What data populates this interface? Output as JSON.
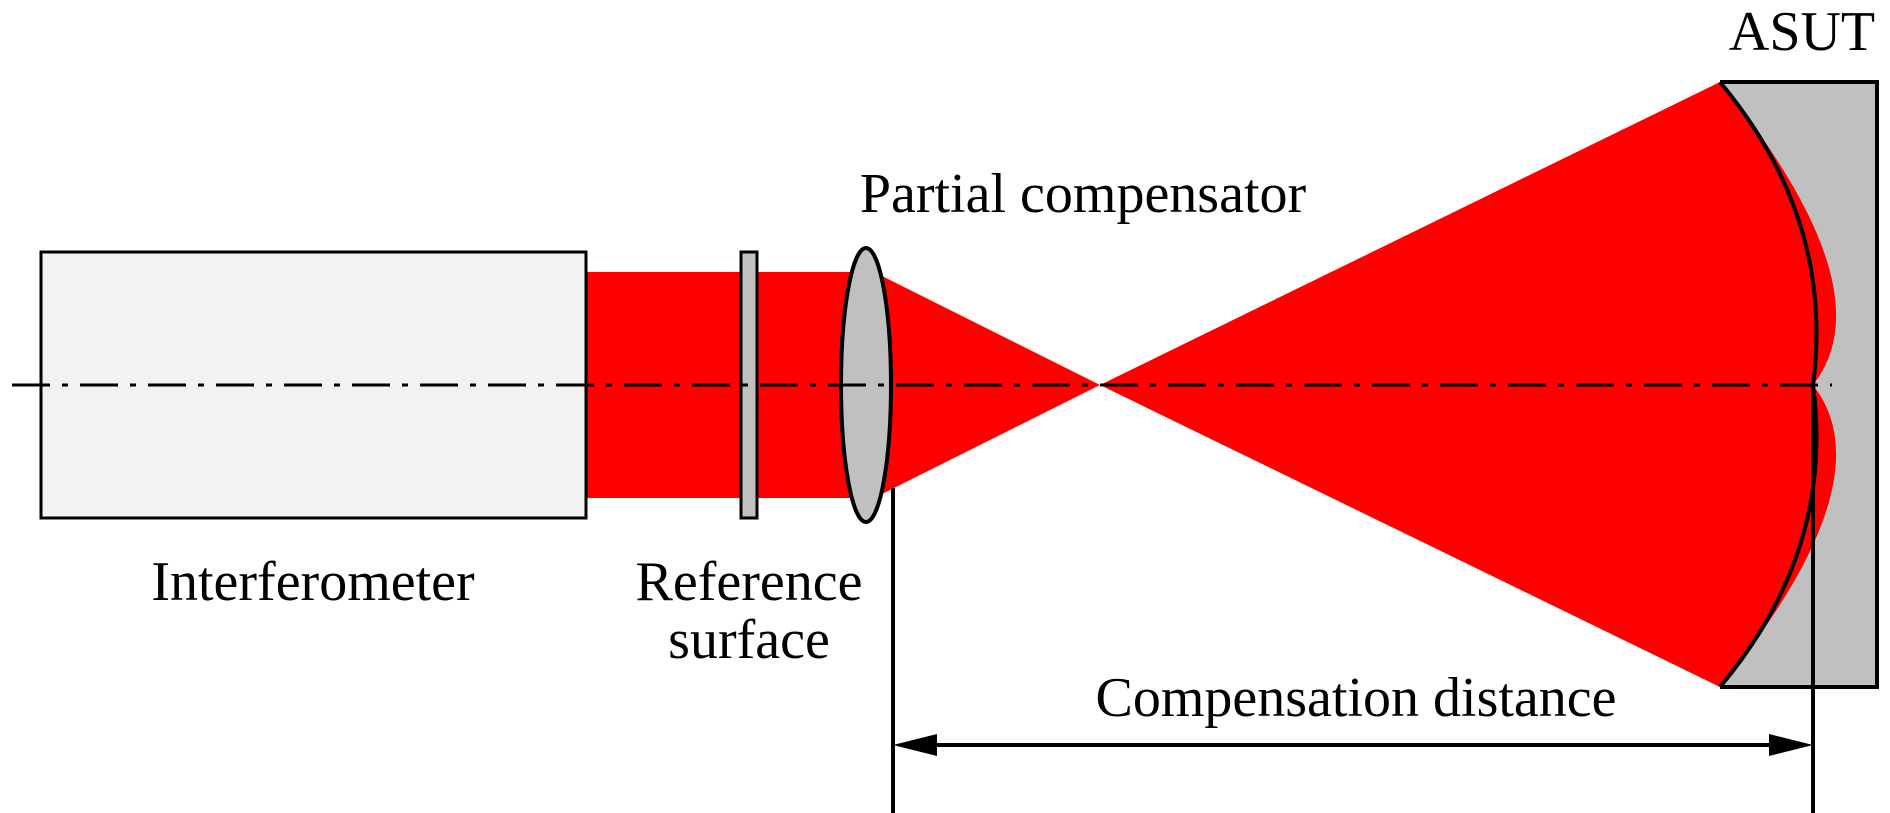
{
  "labels": {
    "interferometer": "Interferometer",
    "reference_surface_line1": "Reference",
    "reference_surface_line2": "surface",
    "partial_compensator": "Partial compensator",
    "asut": "ASUT",
    "compensation_distance": "Compensation distance"
  },
  "colors": {
    "beam": "#ff0000",
    "interferometer_fill": "#f2f2f2",
    "optic_fill": "#c0c0c0",
    "stroke": "#000000",
    "background": "#ffffff"
  }
}
